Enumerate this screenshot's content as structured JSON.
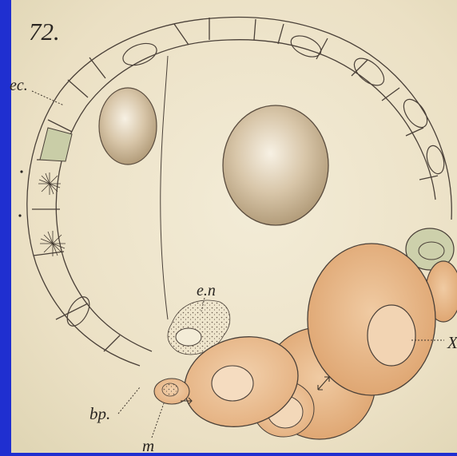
{
  "figure": {
    "number": "72.",
    "labels": {
      "ec": "ec.",
      "en": "e.n",
      "bp": "bp.",
      "m": "m",
      "x": "X"
    }
  },
  "colors": {
    "frame": "#1f2fd0",
    "paper": "#eee4c9",
    "ink": "#4a4038",
    "yolk": "#c9b69a",
    "orange_cell": "#e8b88a",
    "orange_dark": "#d79c62",
    "green_cell": "#cfd2ad"
  }
}
